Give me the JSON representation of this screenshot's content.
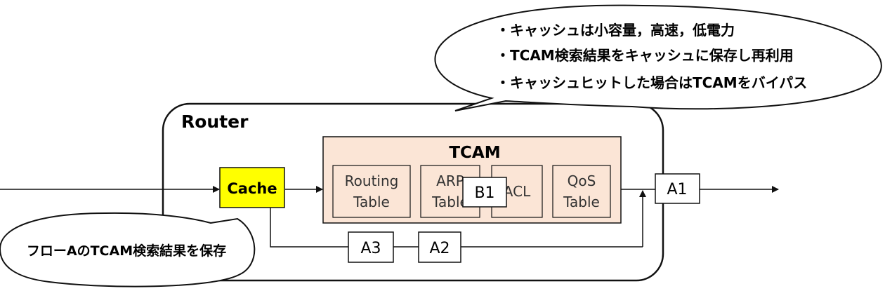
{
  "router": {
    "title": "Router"
  },
  "cache": {
    "label": "Cache",
    "fill": "#FFFF00"
  },
  "tcam": {
    "title": "TCAM",
    "fill": "#FBE5D6",
    "tables": [
      {
        "line1": "Routing",
        "line2": "Table"
      },
      {
        "line1": "ARP",
        "line2": "Table"
      },
      {
        "line1": "ACL",
        "line2": ""
      },
      {
        "line1": "QoS",
        "line2": "Table"
      }
    ]
  },
  "packets": {
    "b1": "B1",
    "a1": "A1",
    "a2": "A2",
    "a3": "A3"
  },
  "callout_top": {
    "lines": [
      "・キャッシュは小容量，高速，低電力",
      "・TCAM検索結果をキャッシュに保存し再利用",
      "・キャッシュヒットした場合はTCAMをバイパス"
    ]
  },
  "callout_bottom": {
    "text": "フローAのTCAM検索結果を保存"
  }
}
